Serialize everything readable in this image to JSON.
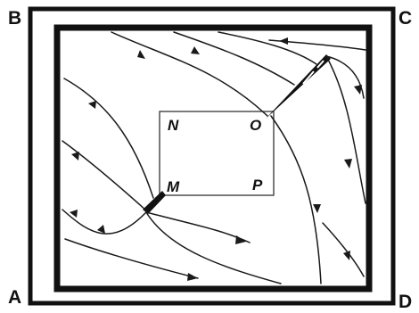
{
  "figure": {
    "corners": {
      "top_left": "B",
      "top_right": "C",
      "bottom_left": "A",
      "bottom_right": "D"
    },
    "inner_points": {
      "top_left": "N",
      "top_right": "O",
      "bottom_left": "M",
      "bottom_right": "P"
    }
  }
}
